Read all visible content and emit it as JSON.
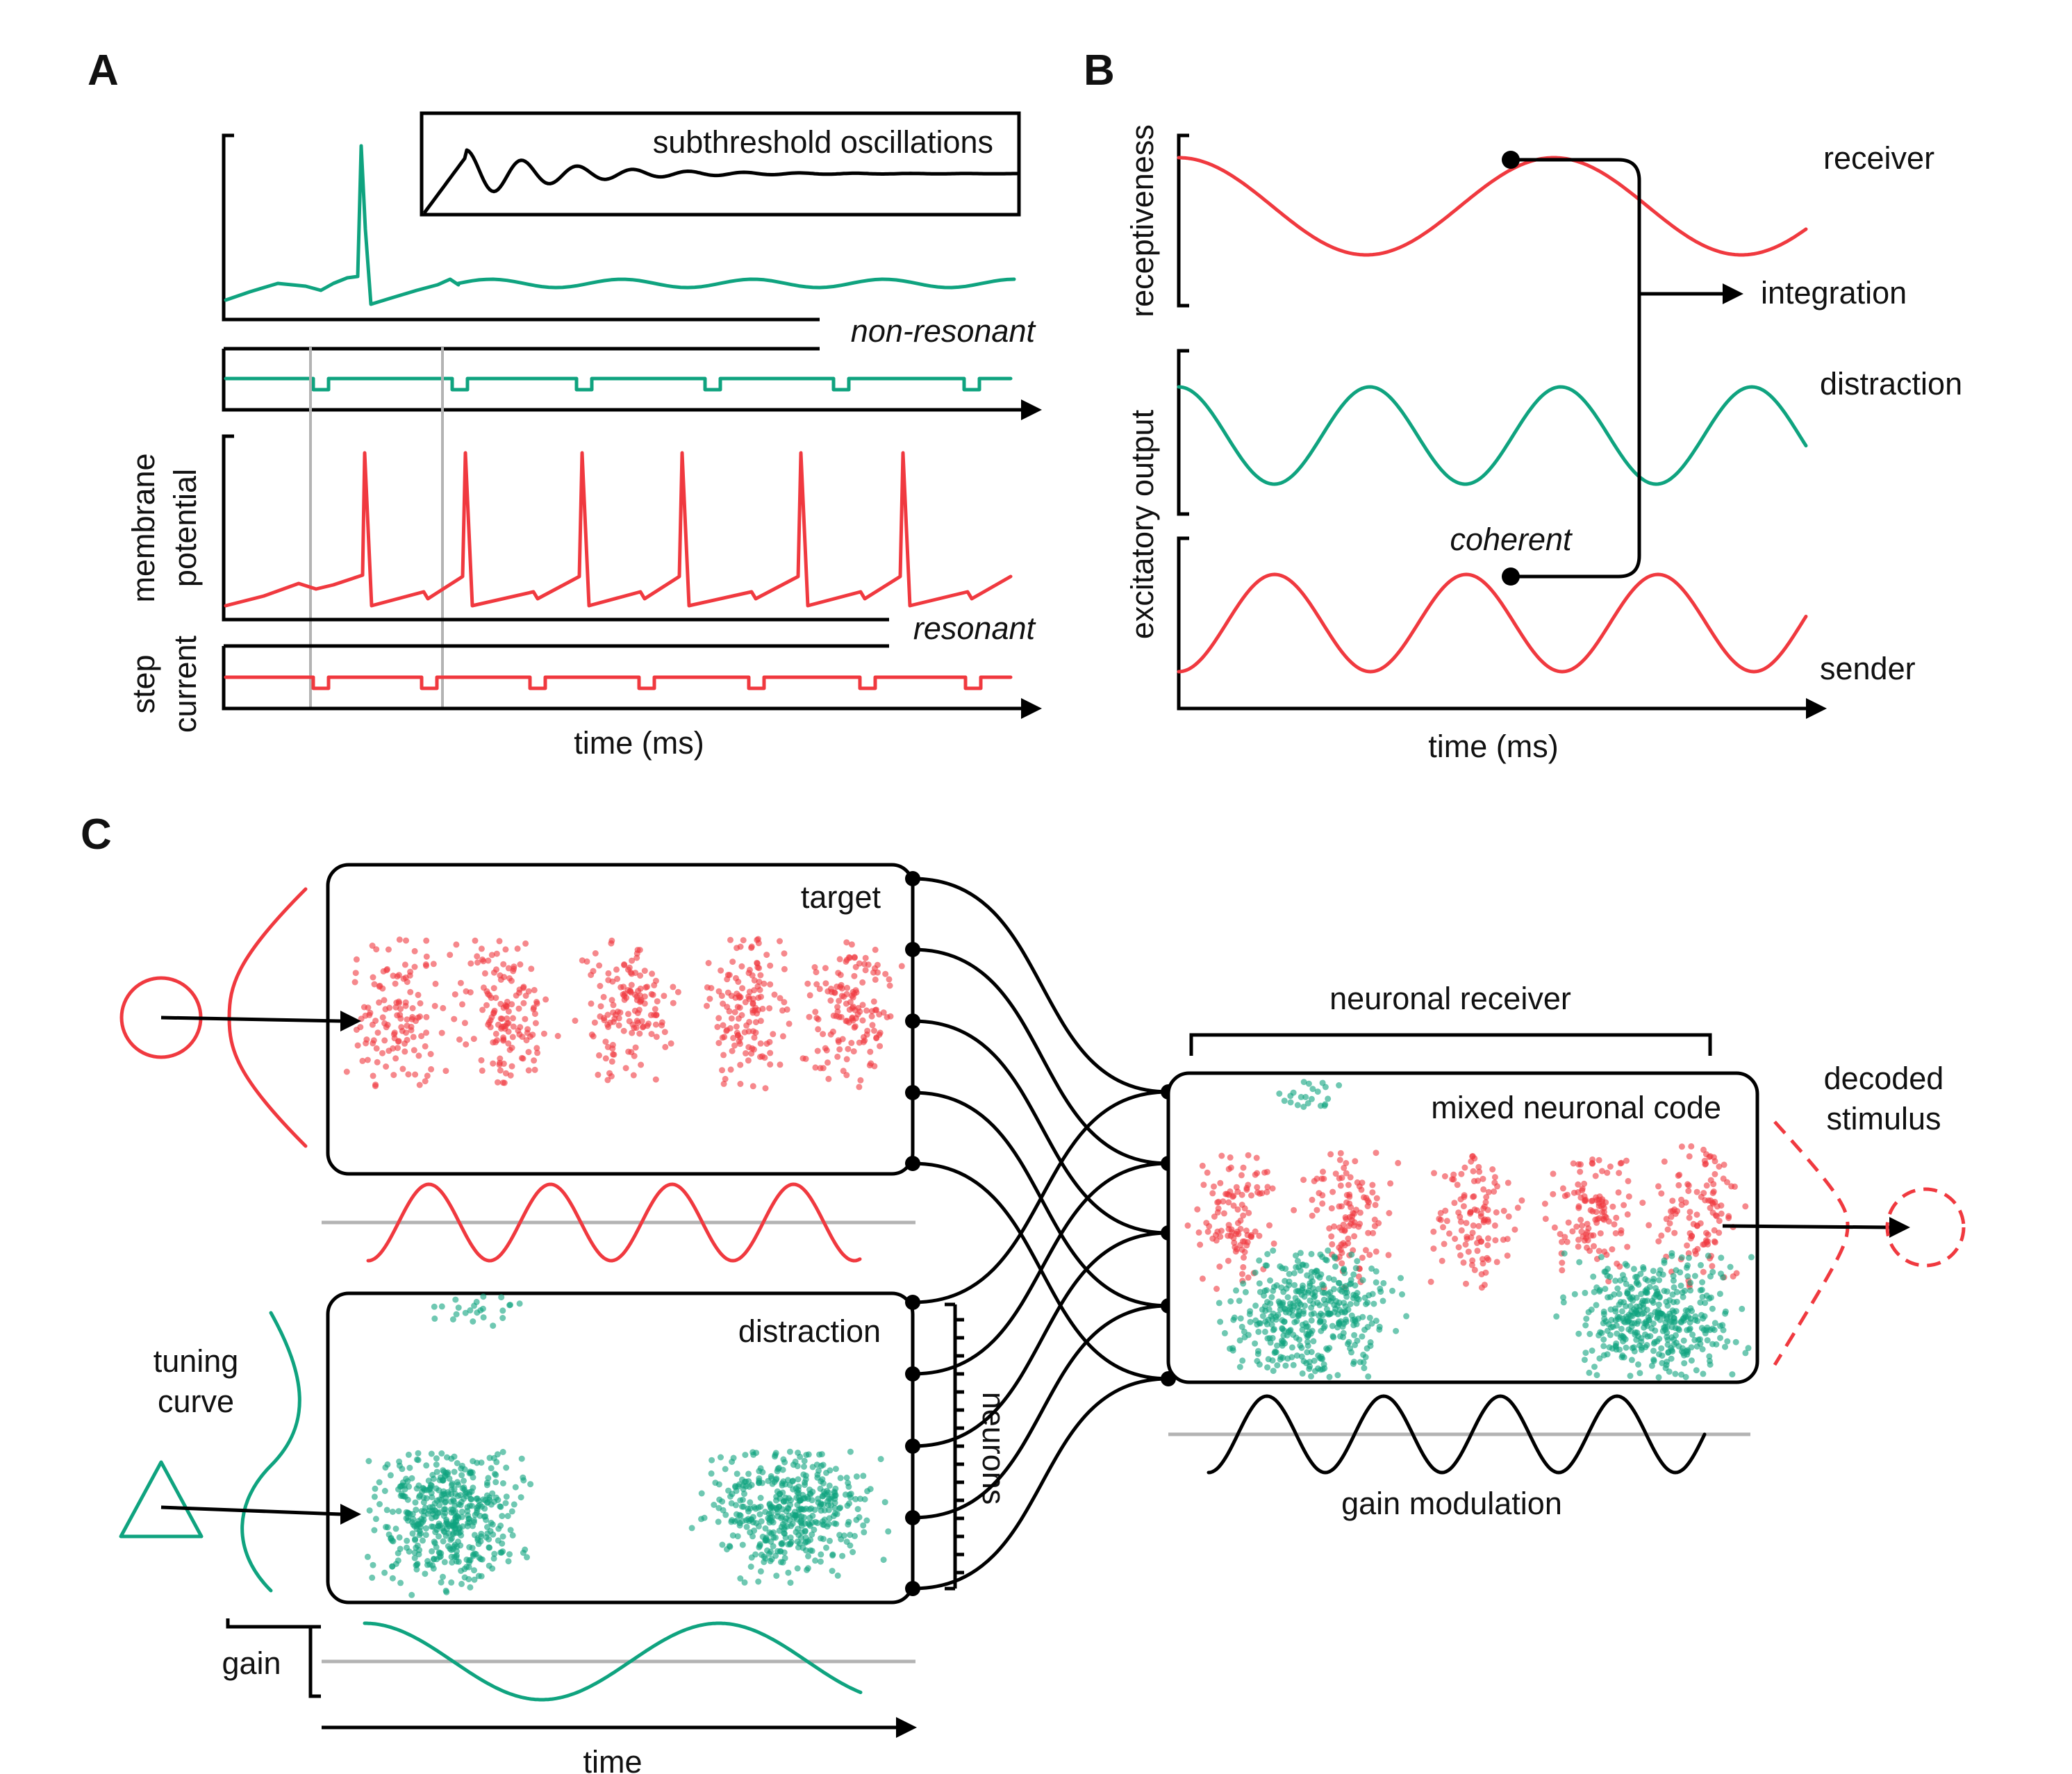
{
  "panels": {
    "A": {
      "letter": "A",
      "inset_label": "subthreshold oscillations",
      "trace_labels": {
        "non_resonant": "non-resonant",
        "resonant": "resonant"
      },
      "y_labels": {
        "membrane": "membrane",
        "potential": "potential",
        "step": "step",
        "current": "current"
      },
      "x_label": "time (ms)"
    },
    "B": {
      "letter": "B",
      "y_labels": {
        "receptiveness": "receptiveness",
        "excitatory_output": "excitatory output"
      },
      "signal_labels": {
        "receiver": "receiver",
        "integration": "integration",
        "distraction": "distraction",
        "coherent": "coherent",
        "sender": "sender"
      },
      "x_label": "time (ms)"
    },
    "C": {
      "letter": "C",
      "target_label": "target",
      "distraction_label": "distraction",
      "neuronal_receiver_label": "neuronal receiver",
      "mixed_code_label": "mixed neuronal code",
      "decoded_label_1": "decoded",
      "decoded_label_2": "stimulus",
      "tuning_label_1": "tuning",
      "tuning_label_2": "curve",
      "neurons_label": "neurons",
      "gain_label": "gain",
      "gain_modulation_label": "gain modulation",
      "time_label": "time"
    }
  },
  "colors": {
    "red": "#f0393f",
    "green": "#0fa37f",
    "black": "#000000",
    "gray": "#b3b3b3"
  }
}
